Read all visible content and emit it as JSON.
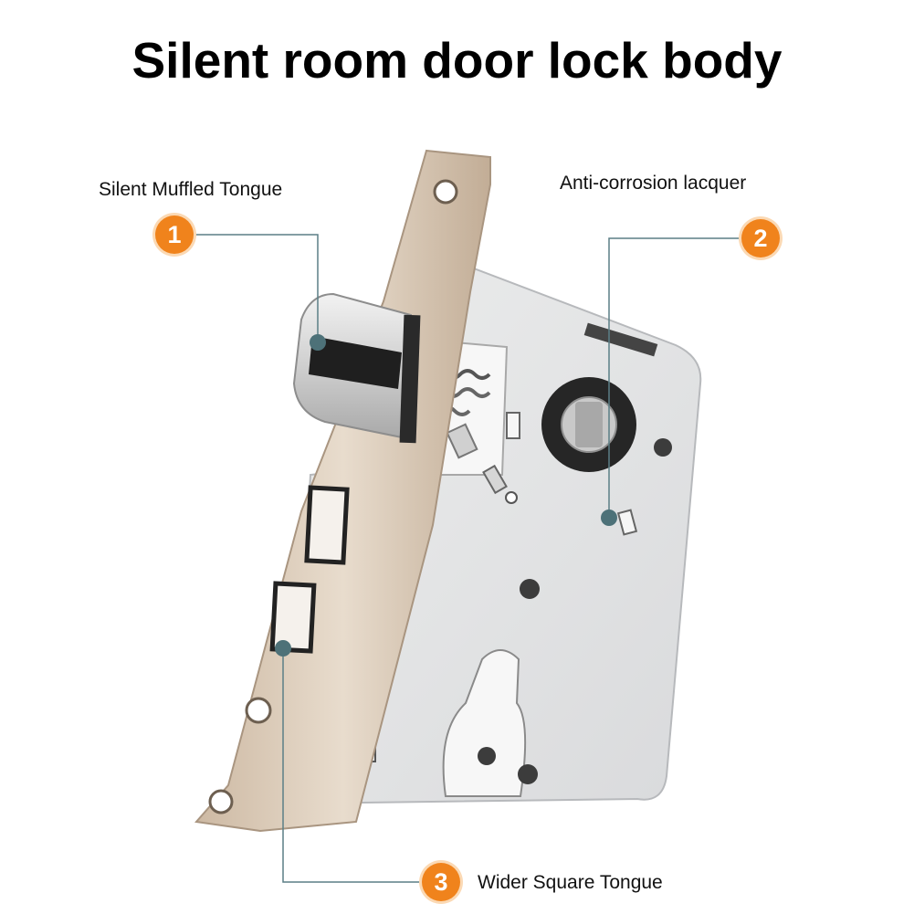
{
  "title": "Silent room door lock body",
  "callouts": [
    {
      "number": "1",
      "label": "Silent Muffled Tongue"
    },
    {
      "number": "2",
      "label": "Anti-corrosion lacquer"
    },
    {
      "number": "3",
      "label": "Wider Square Tongue"
    }
  ],
  "colors": {
    "badge": "#f0831c",
    "leader_line": "#5b7f86",
    "lock_body": "#e2e3e5",
    "faceplate": "#d9c9b6"
  }
}
